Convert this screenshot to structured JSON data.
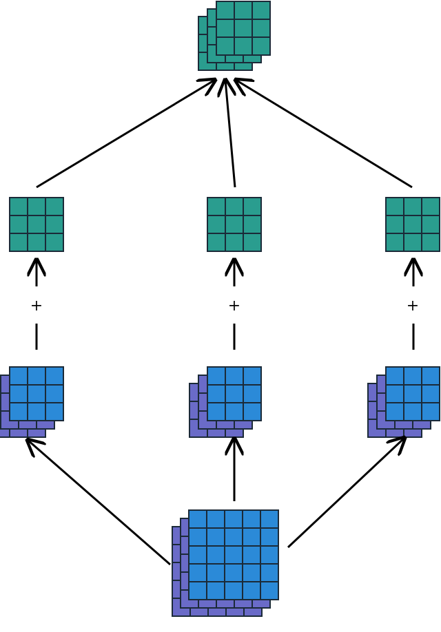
{
  "operator_symbol": "+",
  "colors": {
    "output_fill": "#2a9d8f",
    "input_fill": "#2b8ad8",
    "channel_back_fill": "#6a6bc8",
    "grid_stroke": "#1b2a38",
    "edge": "#000000",
    "background": "#ffffff"
  },
  "tensors": {
    "input": {
      "rows": 5,
      "cols": 5,
      "stacked_layers": 3
    },
    "kernel_left": {
      "rows": 3,
      "cols": 3,
      "stacked_layers": 3
    },
    "kernel_mid": {
      "rows": 3,
      "cols": 3,
      "stacked_layers": 3
    },
    "kernel_right": {
      "rows": 3,
      "cols": 3,
      "stacked_layers": 3
    },
    "channel_left": {
      "rows": 3,
      "cols": 3,
      "stacked_layers": 1
    },
    "channel_mid": {
      "rows": 3,
      "cols": 3,
      "stacked_layers": 1
    },
    "channel_right": {
      "rows": 3,
      "cols": 3,
      "stacked_layers": 1
    },
    "output": {
      "rows": 3,
      "cols": 3,
      "stacked_layers": 3
    }
  }
}
